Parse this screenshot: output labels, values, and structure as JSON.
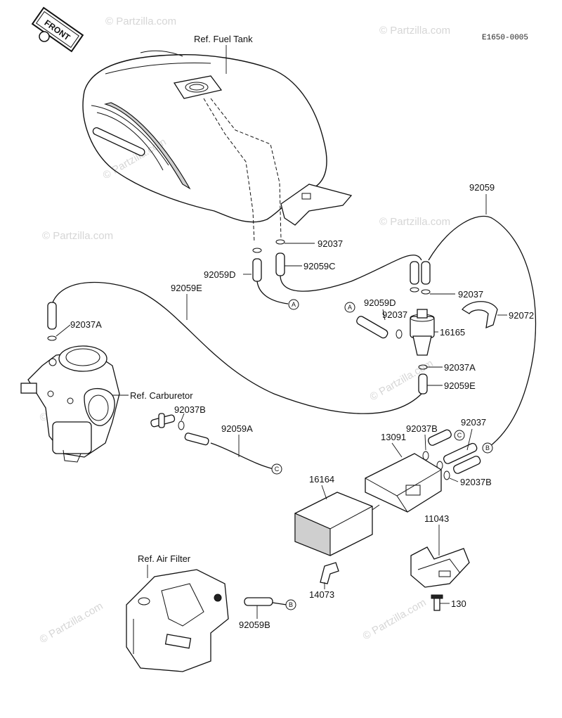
{
  "diagram": {
    "code": "E1650-0005",
    "front_label": "FRONT",
    "watermark": "© Partzilla.com",
    "references": {
      "fuel_tank": "Ref. Fuel Tank",
      "carburetor": "Ref. Carburetor",
      "air_filter": "Ref. Air Filter"
    },
    "connectors": {
      "a": "A",
      "b": "B",
      "c": "C"
    },
    "parts": {
      "p92059_top": "92059",
      "p92037_tank": "92037",
      "p92059C": "92059C",
      "p92059D_left": "92059D",
      "p92059E_left": "92059E",
      "p92037_right": "92037",
      "p92072": "92072",
      "p92059D_mid": "92059D",
      "p92037_mid": "92037",
      "p16165": "16165",
      "p92037A_left": "92037A",
      "p92037A_right": "92037A",
      "p92059E_right": "92059E",
      "p92037B_carb": "92037B",
      "p92059A": "92059A",
      "p92037B_top": "92037B",
      "p92037_canister": "92037",
      "p13091": "13091",
      "p92037B_right": "92037B",
      "p16164": "16164",
      "p11043": "11043",
      "p14073": "14073",
      "p130": "130",
      "p92059B": "92059B"
    }
  }
}
